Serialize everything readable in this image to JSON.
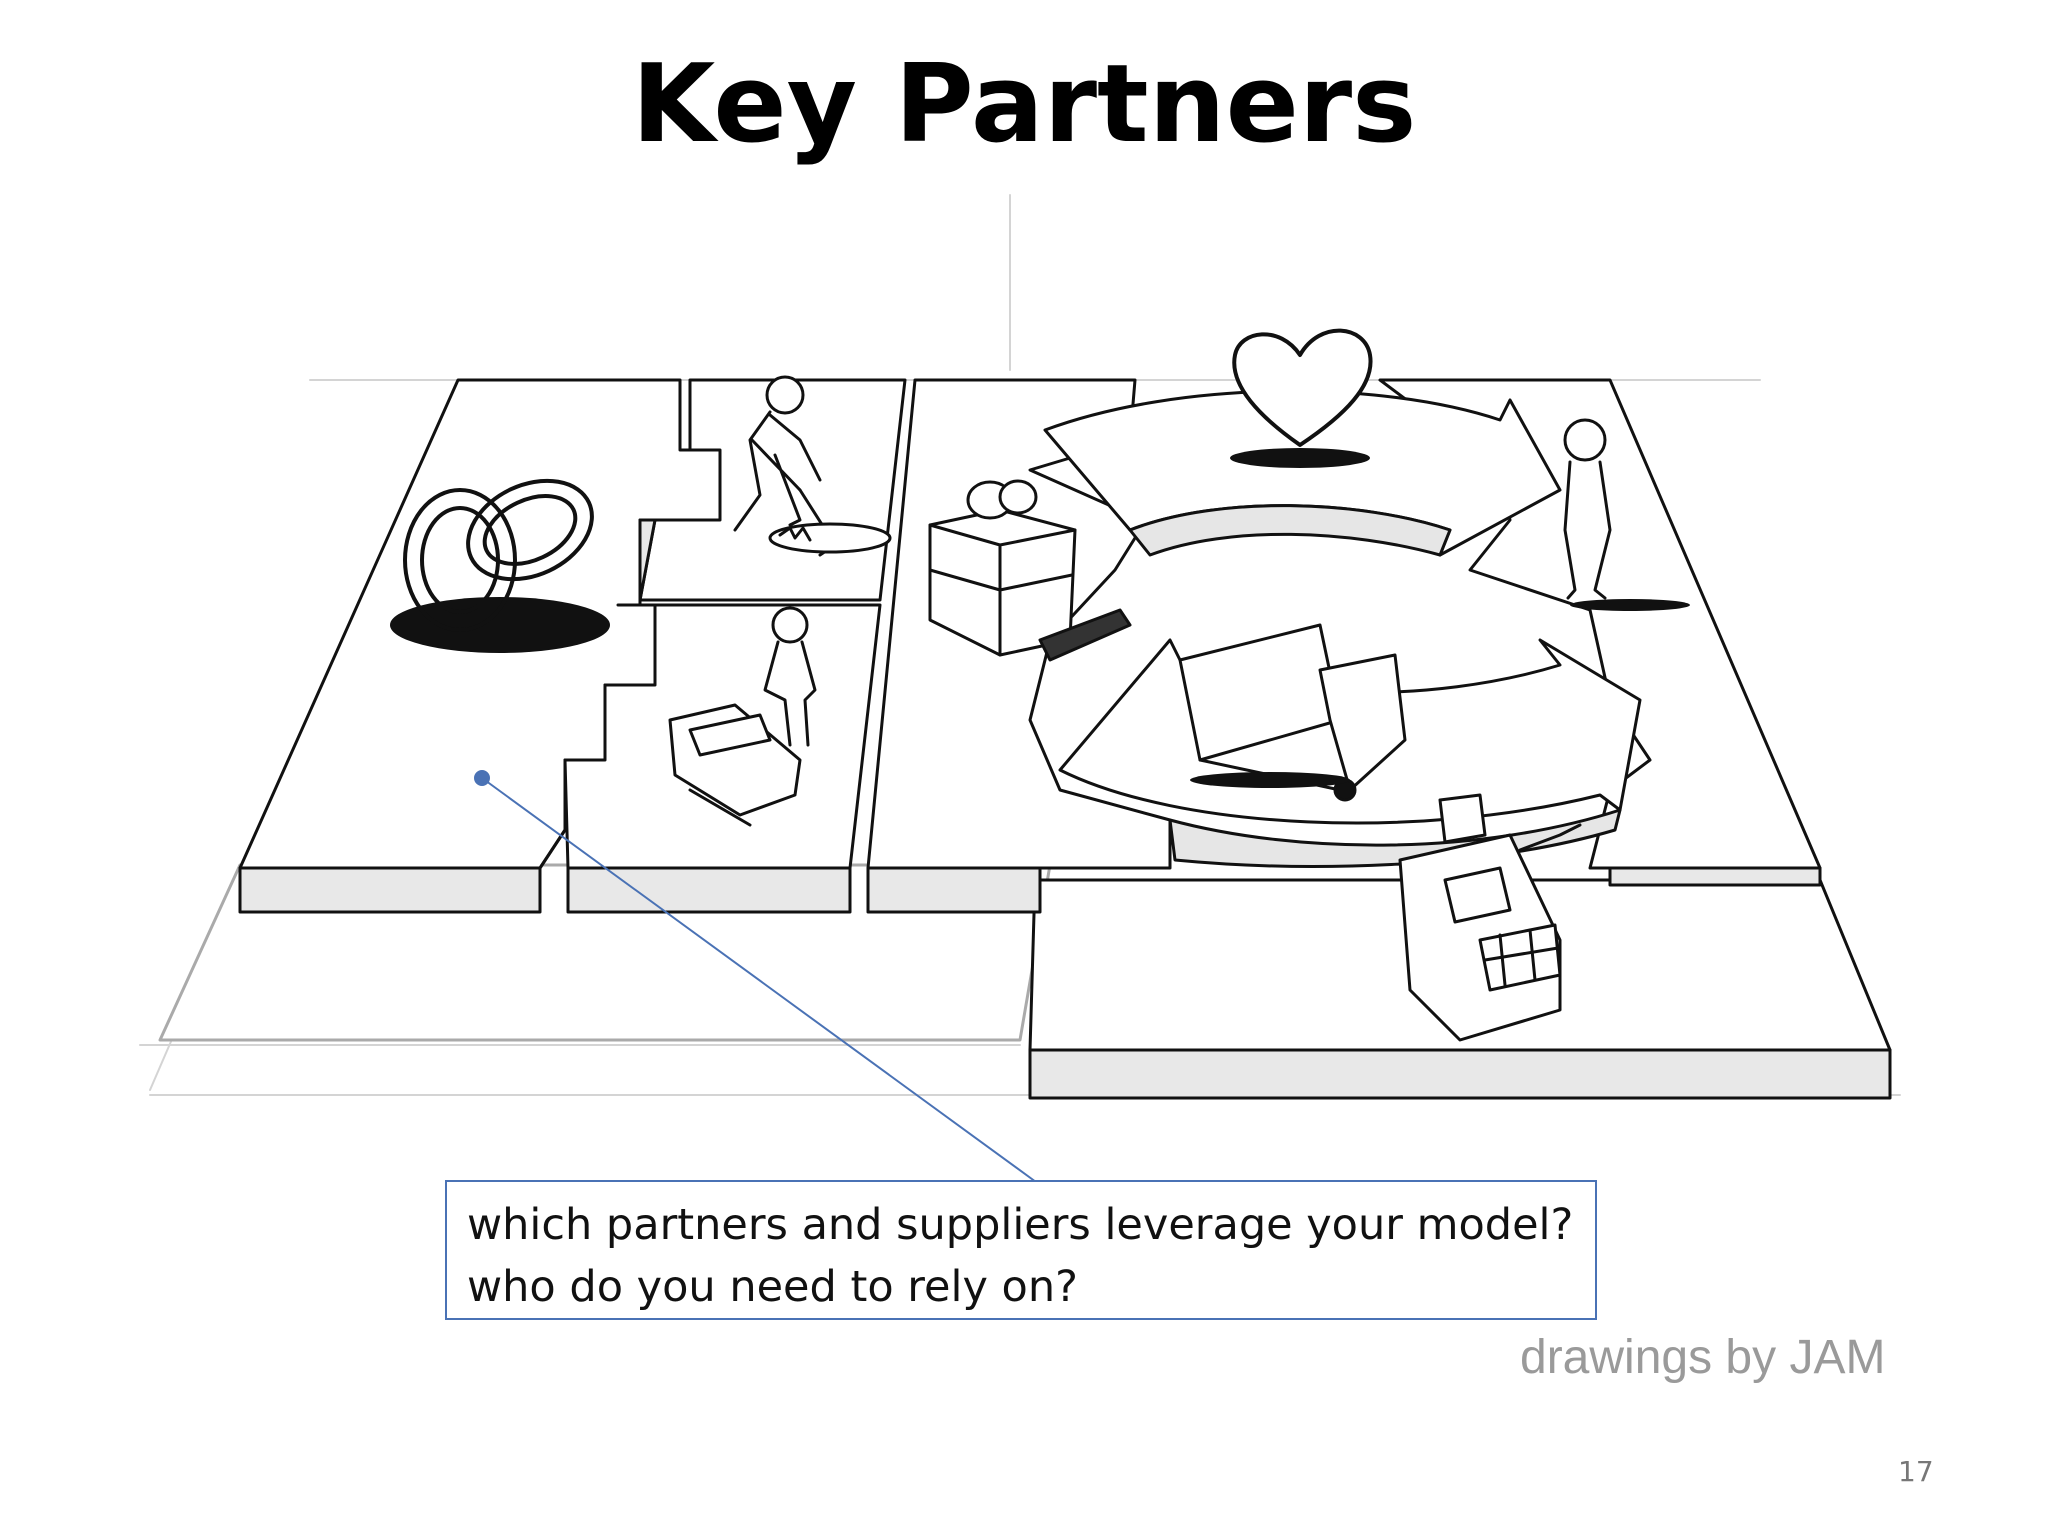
{
  "slide": {
    "title": "Key Partners",
    "callout_lines": [
      "which partners and suppliers leverage your model?",
      "who do you need to rely on?"
    ],
    "credit": "drawings by JAM",
    "page_number": "17"
  },
  "colors": {
    "callout_accent": "#4a72b5",
    "sketch_ink": "#111111",
    "platform_shadow": "#e6e6e6"
  },
  "illustration": {
    "icons": [
      "rings-icon",
      "digging-person-icon",
      "worker-with-machine-icon",
      "gift-box-icon",
      "heart-icon",
      "customer-person-icon",
      "delivery-truck-icon",
      "cash-register-icon"
    ]
  }
}
